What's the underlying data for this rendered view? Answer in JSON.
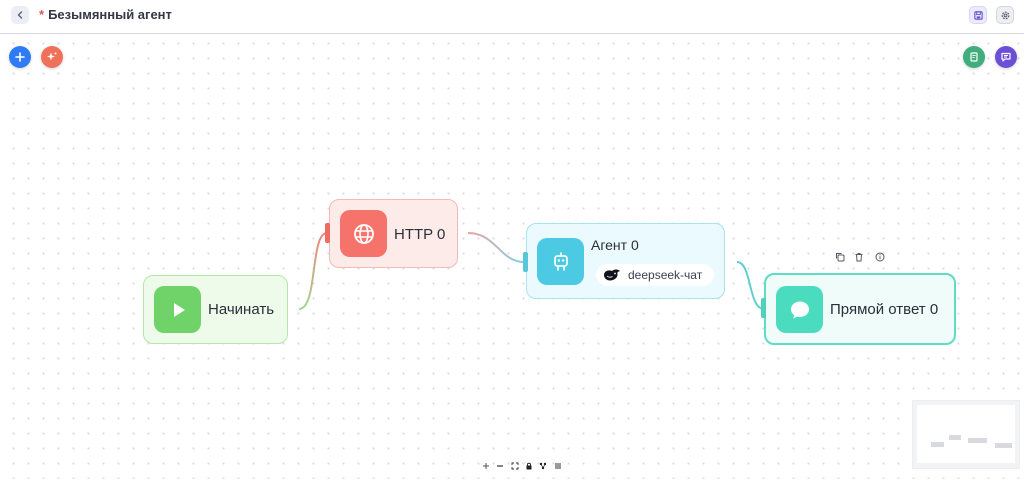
{
  "header": {
    "unsaved_marker": "*",
    "title": "Безымянный агент"
  },
  "nodes": {
    "start": {
      "label": "Начинать"
    },
    "http": {
      "label": "HTTP 0"
    },
    "agent": {
      "label": "Агент 0",
      "model": "deepseek-чат"
    },
    "reply": {
      "label": "Прямой ответ 0"
    }
  },
  "colors": {
    "accent_blue": "#2f7bf5",
    "accent_orange": "#f0715a",
    "start_green": "#6fd36a",
    "http_red": "#f5736b",
    "agent_cyan": "#4cc9e3",
    "reply_teal": "#4bdcbf",
    "notes_green": "#3fae7c",
    "chat_purple": "#6c4fd6"
  },
  "icons": [
    "back-arrow-icon",
    "save-icon",
    "gear-icon",
    "plus-icon",
    "sparkle-icon",
    "notes-icon",
    "chat-icon",
    "play-icon",
    "globe-icon",
    "robot-icon",
    "deepseek-whale-icon",
    "speech-bubble-icon",
    "copy-icon",
    "trash-icon",
    "info-icon"
  ]
}
